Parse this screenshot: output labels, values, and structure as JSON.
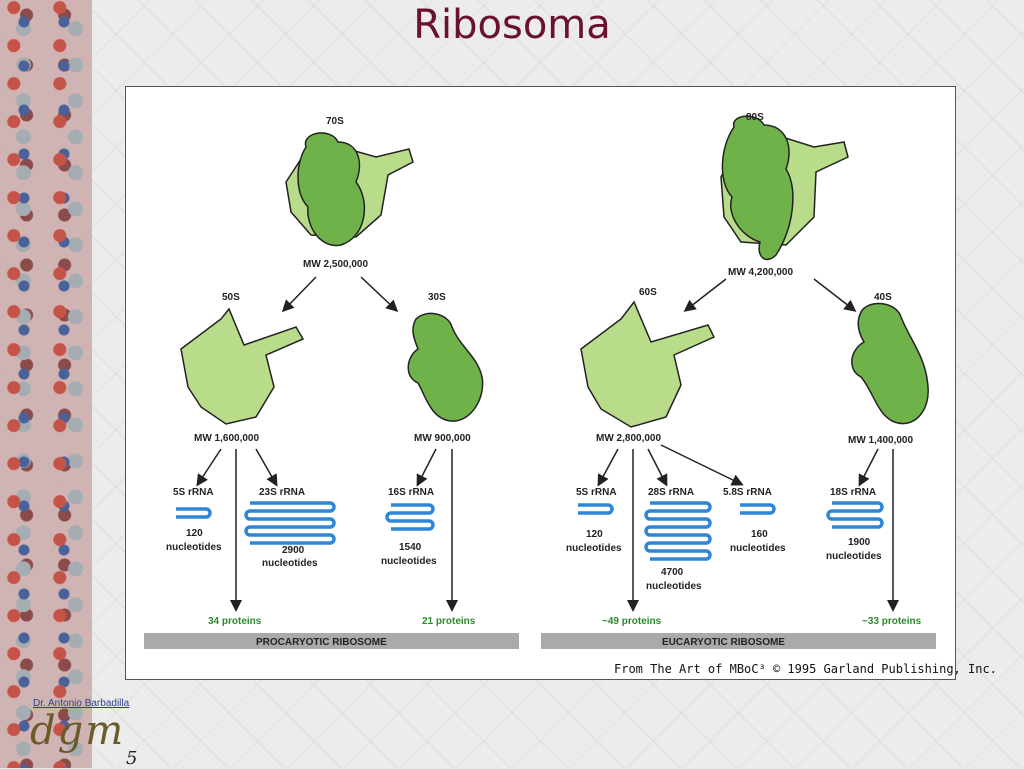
{
  "slide": {
    "title": "Ribosoma",
    "author": "Dr. Antonio Barbadilla",
    "logo": "dgm",
    "page_number": "5"
  },
  "colors": {
    "title": "#6b1030",
    "subunit_light": "#b9dc8a",
    "subunit_dark": "#6fb24a",
    "rrna": "#2f86d8",
    "proteins_text": "#2d8a2d",
    "banner": "#aaaaaa"
  },
  "prokaryote": {
    "whole": {
      "s": "70S",
      "mw": "MW 2,500,000"
    },
    "large": {
      "s": "50S",
      "mw": "MW 1,600,000"
    },
    "small": {
      "s": "30S",
      "mw": "MW 900,000"
    },
    "rrna": [
      {
        "name": "5S rRNA",
        "count": "120",
        "unit": "nucleotides"
      },
      {
        "name": "23S rRNA",
        "count": "2900",
        "unit": "nucleotides"
      },
      {
        "name": "16S rRNA",
        "count": "1540",
        "unit": "nucleotides"
      }
    ],
    "proteins_large": "34 proteins",
    "proteins_small": "21 proteins",
    "banner": "PROCARYOTIC RIBOSOME"
  },
  "eukaryote": {
    "whole": {
      "s": "80S",
      "mw": "MW 4,200,000"
    },
    "large": {
      "s": "60S",
      "mw": "MW 2,800,000"
    },
    "small": {
      "s": "40S",
      "mw": "MW 1,400,000"
    },
    "rrna": [
      {
        "name": "5S rRNA",
        "count": "120",
        "unit": "nucleotides"
      },
      {
        "name": "28S rRNA",
        "count": "4700",
        "unit": "nucleotides"
      },
      {
        "name": "5.8S rRNA",
        "count": "160",
        "unit": "nucleotides"
      },
      {
        "name": "18S rRNA",
        "count": "1900",
        "unit": "nucleotides"
      }
    ],
    "proteins_large": "~49 proteins",
    "proteins_small": "~33 proteins",
    "banner": "EUCARYOTIC RIBOSOME"
  },
  "credit": "From The Art of MBoC³ © 1995 Garland Publishing, Inc."
}
